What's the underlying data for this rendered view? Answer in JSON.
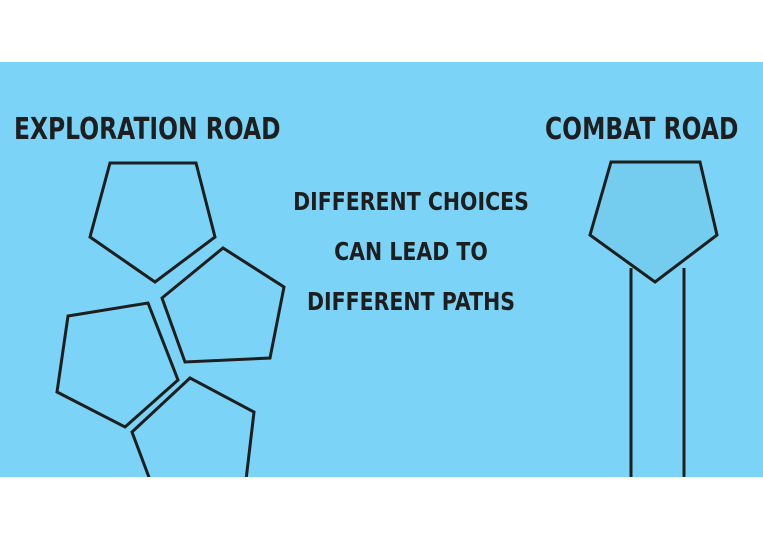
{
  "titles": {
    "left": "EXPLORATION ROAD",
    "right": "COMBAT ROAD"
  },
  "center": {
    "line1": "DIFFERENT CHOICES",
    "line2": "CAN LEAD TO",
    "line3": "DIFFERENT PATHS"
  },
  "colors": {
    "background": "#7bd4f7",
    "combat_pentagon_fill": "#74cdee",
    "ink": "#1e1e1e"
  }
}
